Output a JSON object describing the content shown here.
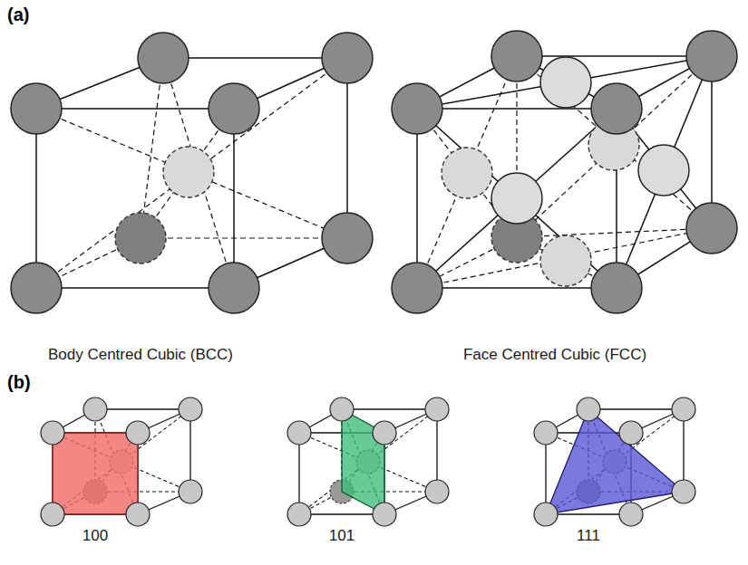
{
  "diagram": {
    "labels": [
      "(a)",
      "Body Centred Cubic (BCC)",
      "Face Centred Cubic (FCC)",
      "(b)",
      "100",
      "101",
      "111"
    ]
  }
}
